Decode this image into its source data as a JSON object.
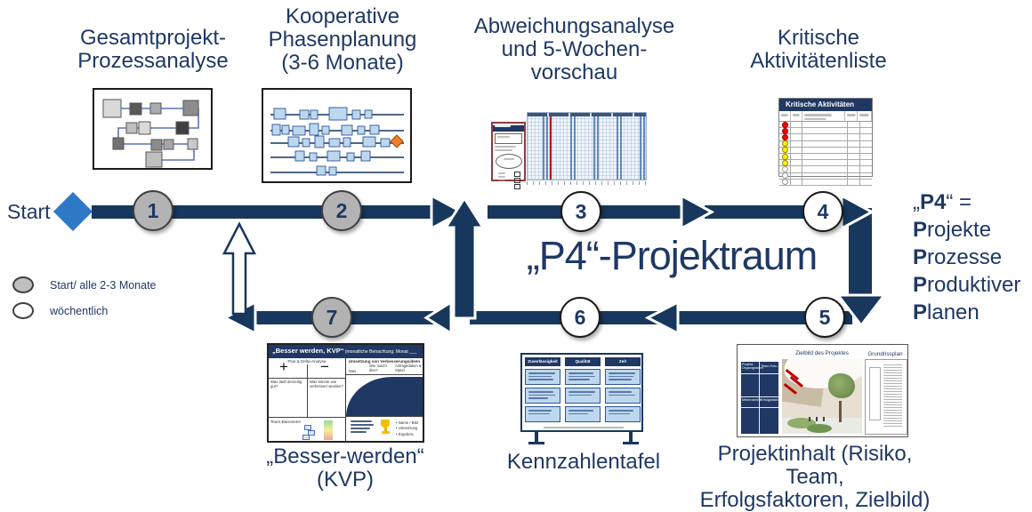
{
  "flow": {
    "start_label": "Start",
    "center_label": "„P4“-Projektraum",
    "steps": [
      "1",
      "2",
      "3",
      "4",
      "5",
      "6",
      "7"
    ],
    "legend": {
      "monthly": "Start/ alle 2-3 Monate",
      "weekly": "wöchentlich"
    },
    "p4": {
      "heading_prefix": "„",
      "heading_bold": "P4",
      "heading_suffix": "“ =",
      "items": [
        {
          "initial": "P",
          "rest": "rojekte"
        },
        {
          "initial": "P",
          "rest": "rozesse"
        },
        {
          "initial": "P",
          "rest": "roduktiver"
        },
        {
          "initial": "P",
          "rest": "lanen"
        }
      ]
    }
  },
  "captions": {
    "process_analysis": "Gesamtprojekt-\nProzessanalyse",
    "phase_planning": "Kooperative\nPhasenplanung\n(3-6 Monate)",
    "deviation_analysis": "Abweichungsanalyse\nund 5-Wochen-\nvorschau",
    "critical_activities": "Kritische\nAktivitätenliste",
    "kvp": "„Besser-werden“\n(KVP)",
    "kennzahlentafel": "Kennzahlentafel",
    "projektinhalt": "Projektinhalt (Risiko, Team,\nErfolgsfaktoren, Zielbild)"
  },
  "boards": {
    "kvp": {
      "title": "„Besser werden, KVP“",
      "title_note": " (monatliche Betrachtung; Monat ___",
      "plus_delta": "Plus & Delta-Analyse",
      "plus_sign": "+",
      "minus_sign": "−",
      "q_left": "Was läuft derzeitig gut?",
      "q_right": "Was könnte wie verbessert werden?",
      "team_barometer": "Team-Barometer",
      "umsetzung": "Umsetzung von Verbesserungsideen",
      "col_was": "Was",
      "col_wer": "Wer macht dies?",
      "col_stand": "Anfragedatum & Stand",
      "bullets": [
        "Name / Bild",
        "Umsetzung",
        "Ergebnis"
      ]
    },
    "kennzahlen": {
      "columns": [
        "Zuverlässigkeit",
        "Qualität",
        "Zeit"
      ]
    },
    "critical_table": {
      "title": "Kritische Aktivitäten",
      "status_dots": [
        "red",
        "red",
        "red",
        "yellow",
        "yellow",
        "yellow",
        "yellow",
        "white",
        "white",
        "white"
      ]
    },
    "projekt": {
      "zielbild_title": "Zielbild des Projektes",
      "grundriss_title": "Grundrissplan",
      "cells": [
        "Projekt-Organigramm",
        "Team-Foto",
        "Meilensteine",
        "Erfolgsfaktoren"
      ]
    }
  },
  "colors": {
    "navy_text": "#1F3864",
    "arrow": "#17375D",
    "start_diamond": "#2E78C8",
    "gantt_box": "#BDD7EE",
    "milestone_orange": "#ED7D31",
    "step_gray": "#B3B3B3",
    "status_red": "#FF0000",
    "status_yellow": "#FFF000"
  }
}
